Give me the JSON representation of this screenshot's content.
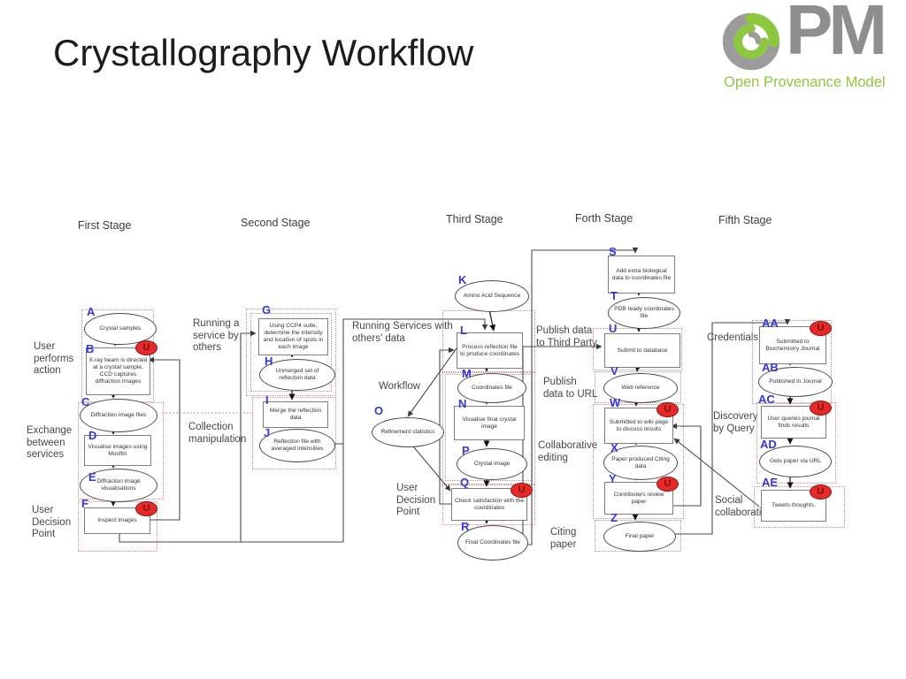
{
  "title": "Crystallography Workflow",
  "logo": {
    "pm": "PM",
    "subtitle": "Open Provenance Model"
  },
  "badge_label": "U",
  "stages": {
    "first": "First Stage",
    "second": "Second Stage",
    "third": "Third Stage",
    "forth": "Forth Stage",
    "fifth": "Fifth Stage"
  },
  "labels": {
    "user_performs_action": "User\nperforms\naction",
    "exchange_between_services": "Exchange\nbetween\nservices",
    "user_decision_point_1": "User\nDecision\nPoint",
    "running_a_service_by_others": "Running a\nservice by\nothers",
    "collection_manipulation": "Collection\nmanipulation",
    "running_services_with_others_data": "Running Services with\nothers' data",
    "workflow": "Workflow",
    "user_decision_point_2": "User\nDecision\nPoint",
    "publish_data_to_third_party": "Publish data\nto Third Party",
    "publish_data_to_url": "Publish\ndata to URL",
    "collaborative_editing": "Collaborative\nediting",
    "citing_paper": "Citing\npaper",
    "credentials": "Credentials",
    "discovery_by_query": "Discovery\nby Query",
    "social_collaboration": "Social\ncollaboration"
  },
  "nodes": {
    "A": {
      "letter": "A",
      "text": "Crystal samples"
    },
    "B": {
      "letter": "B",
      "text": "X-ray beam is directed at a crystal sample, CCD captures diffraction images"
    },
    "C": {
      "letter": "C",
      "text": "Diffraction image files"
    },
    "D": {
      "letter": "D",
      "text": "Visualise images using Mosflm"
    },
    "E": {
      "letter": "E",
      "text": "Diffraction image visualisations"
    },
    "F": {
      "letter": "F",
      "text": "Inspect images"
    },
    "G": {
      "letter": "G",
      "text": "Using CCP4 suite, determine the intensity and location of spots in each image"
    },
    "H": {
      "letter": "H",
      "text": "Unmerged set of reflection data"
    },
    "I": {
      "letter": "I",
      "text": "Merge the reflection data"
    },
    "J": {
      "letter": "J",
      "text": "Reflection file with averaged intensities"
    },
    "K": {
      "letter": "K",
      "text": "Amino Acid Sequence"
    },
    "L": {
      "letter": "L",
      "text": "Process reflection file to produce coordinates"
    },
    "M": {
      "letter": "M",
      "text": "Coordinates file"
    },
    "N": {
      "letter": "N",
      "text": "Visualise final crystal image"
    },
    "O": {
      "letter": "O",
      "text": "Refinement statistics"
    },
    "P": {
      "letter": "P",
      "text": "Crystal image"
    },
    "Q": {
      "letter": "Q",
      "text": "Check satisfaction with the coordinates"
    },
    "R": {
      "letter": "R",
      "text": "Final Coordinates file"
    },
    "S": {
      "letter": "S",
      "text": "Add extra biological data to coordinates file"
    },
    "T": {
      "letter": "T",
      "text": "PDB ready coordinates file"
    },
    "U": {
      "letter": "U",
      "text": "Submit to database"
    },
    "V": {
      "letter": "V",
      "text": "Web reference"
    },
    "W": {
      "letter": "W",
      "text": "Submitted to wiki page to discuss results"
    },
    "X": {
      "letter": "X",
      "text": "Paper produced Citing data"
    },
    "Y": {
      "letter": "Y",
      "text": "Contributers review paper"
    },
    "Z": {
      "letter": "Z",
      "text": "Final paper"
    },
    "AA": {
      "letter": "AA",
      "text": "Submitted to Biochemistry Journal"
    },
    "AB": {
      "letter": "AB",
      "text": "Published in Journal"
    },
    "AC": {
      "letter": "AC",
      "text": "User queries journal finds results"
    },
    "AD": {
      "letter": "AD",
      "text": "Gets paper via URL"
    },
    "AE": {
      "letter": "AE",
      "text": "Tweets thoughts,"
    }
  }
}
